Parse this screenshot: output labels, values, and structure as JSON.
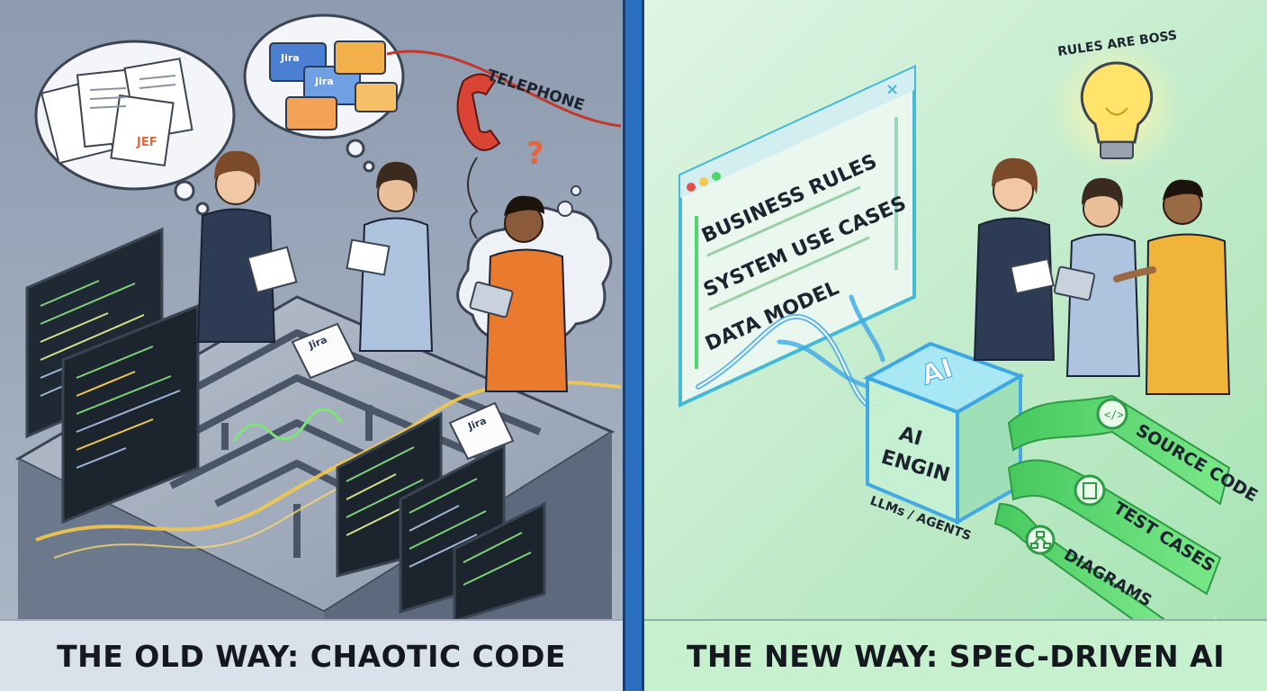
{
  "left": {
    "caption": "THE OLD WAY: CHAOTIC CODE",
    "telephone_label": "TELEPHONE",
    "question_mark": "?",
    "thought_bubble_jira": [
      "Jira",
      "Jira"
    ],
    "floating_tickets": [
      "Jira",
      "Jira"
    ],
    "doc_scribble": "JEF"
  },
  "right": {
    "caption": "THE NEW WAY: SPEC-DRIVEN AI",
    "bulb_label": "RULES ARE BOSS",
    "spec_window": {
      "close_glyph": "×",
      "items": [
        "BUSINESS RULES",
        "SYSTEM USE CASES",
        "DATA MODEL"
      ]
    },
    "ai_cube": {
      "top": "AI",
      "front_line1": "AI",
      "front_line2": "ENGIN"
    },
    "engine_sublabel": "LLMs / AGENTS",
    "outputs": [
      {
        "label": "SOURCE CODE",
        "icon": "code-icon"
      },
      {
        "label": "TEST CASES",
        "icon": "document-icon"
      },
      {
        "label": "DIAGRAMS",
        "icon": "diagram-icon"
      }
    ],
    "colors": {
      "accent_green": "#4fd66a",
      "ai_blue": "#3da7e6",
      "bulb_yellow": "#ffe36b"
    }
  }
}
